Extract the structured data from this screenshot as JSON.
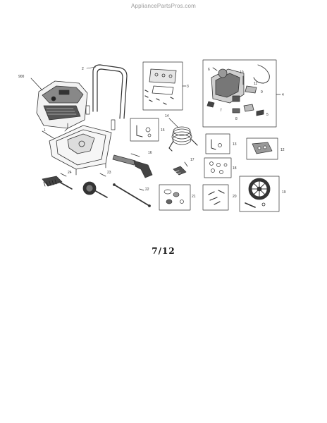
{
  "watermark": "AppliancePartsPros.com",
  "page_number": "7/12",
  "callouts": [
    "900",
    "2",
    "3",
    "6",
    "10",
    "4",
    "11",
    "9",
    "8",
    "5",
    "7",
    "1",
    "14",
    "15",
    "13",
    "12",
    "17",
    "16",
    "18",
    "24",
    "23",
    "22",
    "21",
    "20",
    "19"
  ]
}
